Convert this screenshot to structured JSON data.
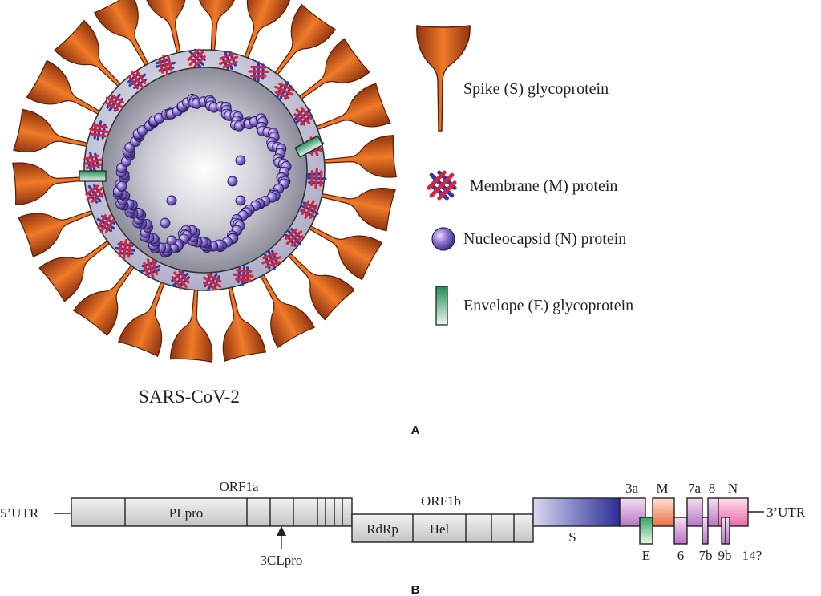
{
  "virus": {
    "name": "SARS-CoV-2",
    "spike_count": 22,
    "m_protein_count": 22,
    "colors": {
      "spike": "#b34a16",
      "spike_light": "#f07a28",
      "envelope_outer": "#c9c9dc",
      "core": "#9a9aaa",
      "nucleocapsid": "#7d64c2",
      "membrane_red": "#d6263a",
      "membrane_blue": "#2d3aa8",
      "envelope_green": "#2f9f63"
    }
  },
  "legend": [
    {
      "id": "spike",
      "label": "Spike (S) glycoprotein"
    },
    {
      "id": "membrane",
      "label": "Membrane (M) protein"
    },
    {
      "id": "nucleocapsid",
      "label": "Nucleocapsid (N) protein"
    },
    {
      "id": "envelope",
      "label": "Envelope (E) glycoprotein"
    }
  ],
  "panel_labels": {
    "a": "A",
    "b": "B"
  },
  "genome": {
    "utr5": "5’UTR",
    "utr3": "3’UTR",
    "orf1a": "ORF1a",
    "orf1b": "ORF1b",
    "plpro": "PLpro",
    "clpro": "3CLpro",
    "rdrp": "RdRp",
    "hel": "Hel",
    "s": "S",
    "accessory_top": [
      "3a",
      "M",
      "7a",
      "8",
      "N"
    ],
    "accessory_bottom": [
      "E",
      "6",
      "7b",
      "9b",
      "14?"
    ]
  }
}
